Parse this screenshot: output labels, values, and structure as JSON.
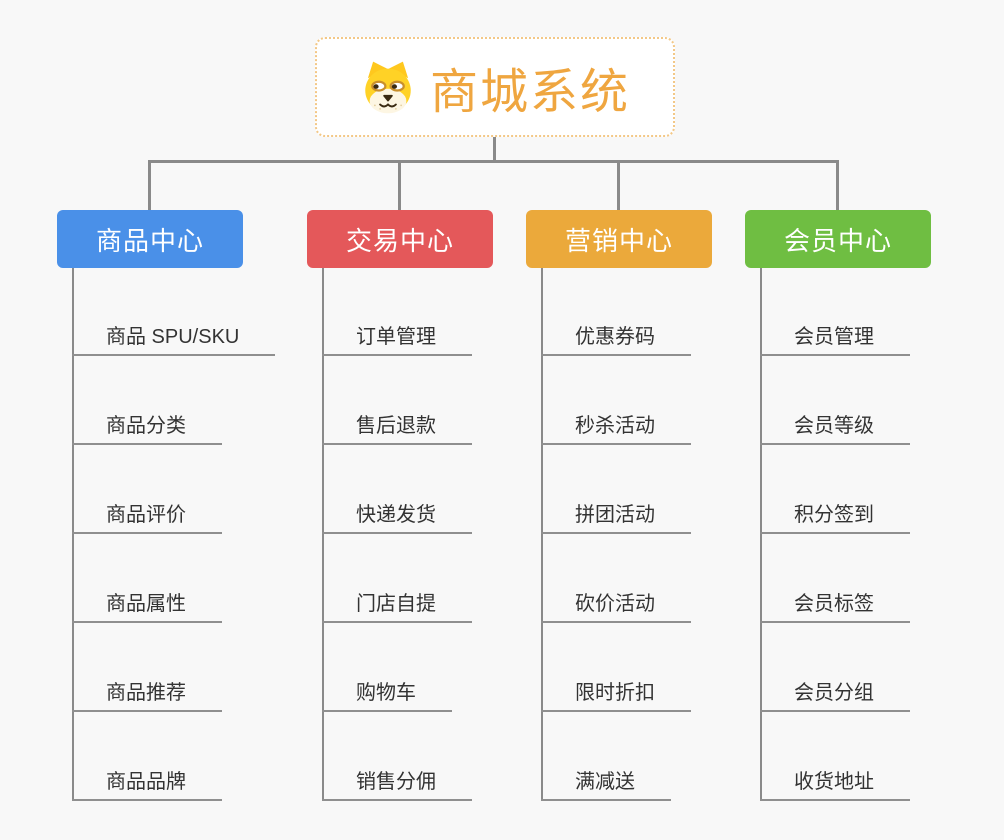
{
  "root": {
    "title": "商城系统",
    "icon": "doge-icon",
    "text_color": "#efa640",
    "border_color": "#f3c887",
    "background": "#ffffff"
  },
  "colors": {
    "background": "#f8f8f8",
    "connector": "#8a8a8a",
    "underline": "#8f8f8f",
    "leaf_text": "#333333",
    "header_text": "#ffffff"
  },
  "branches": [
    {
      "label": "商品中心",
      "color": "#4a90e8",
      "items": [
        "商品 SPU/SKU",
        "商品分类",
        "商品评价",
        "商品属性",
        "商品推荐",
        "商品品牌"
      ]
    },
    {
      "label": "交易中心",
      "color": "#e4585a",
      "items": [
        "订单管理",
        "售后退款",
        "快递发货",
        "门店自提",
        "购物车",
        "销售分佣"
      ]
    },
    {
      "label": "营销中心",
      "color": "#eba93b",
      "items": [
        "优惠券码",
        "秒杀活动",
        "拼团活动",
        "砍价活动",
        "限时折扣",
        "满减送"
      ]
    },
    {
      "label": "会员中心",
      "color": "#6fbe42",
      "items": [
        "会员管理",
        "会员等级",
        "积分签到",
        "会员标签",
        "会员分组",
        "收货地址"
      ]
    }
  ]
}
